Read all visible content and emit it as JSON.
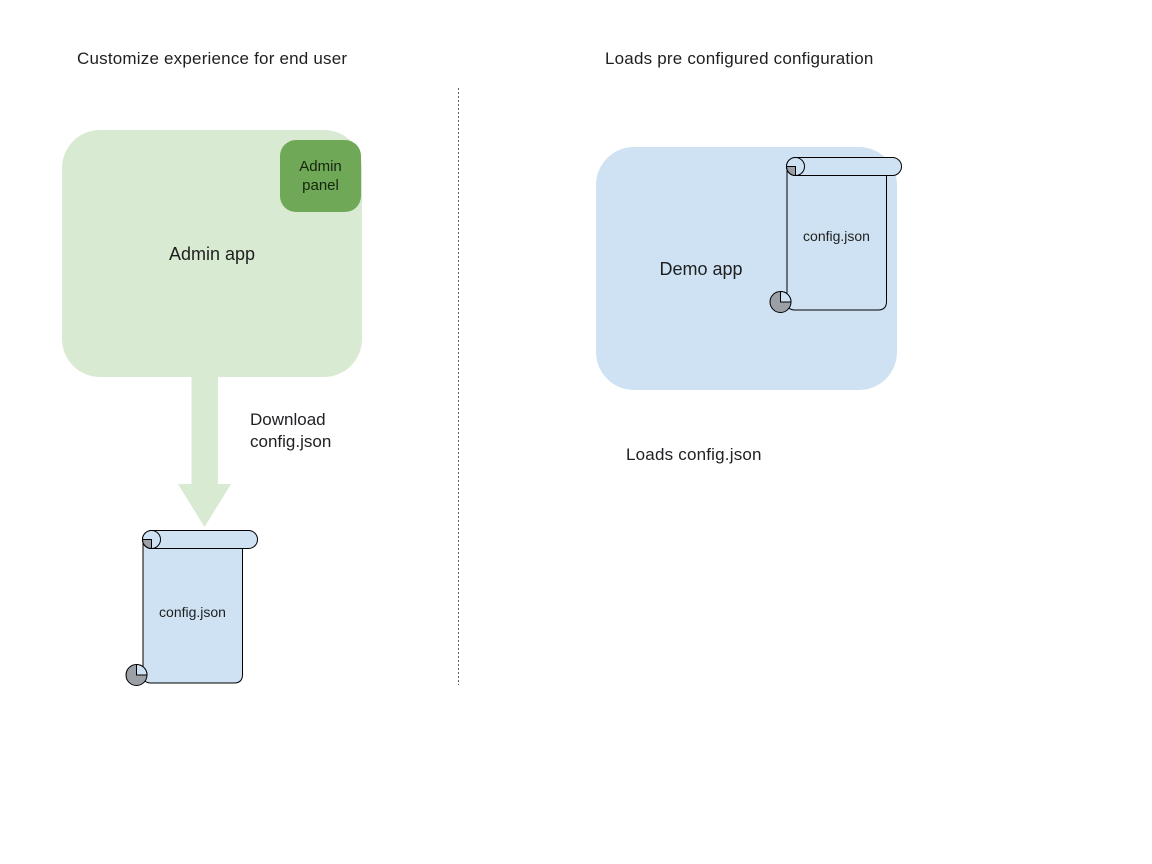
{
  "left": {
    "title": "Customize experience for end user",
    "admin_app_label": "Admin app",
    "admin_panel_label": "Admin\npanel",
    "download_label": "Download\nconfig.json",
    "scroll_label": "config.json"
  },
  "right": {
    "title": "Loads pre configured configuration",
    "demo_app_label": "Demo app",
    "scroll_label": "config.json",
    "caption": "Loads config.json"
  },
  "colors": {
    "admin_app_fill": "#d9ead3",
    "admin_panel_fill": "#6fa857",
    "arrow_fill": "#d9ead3",
    "scroll_fill": "#cfe2f3",
    "demo_app_fill": "#cfe2f3",
    "curl_gray": "#9aa0a6",
    "shape_outline": "#000000",
    "text": "#1f1f1f",
    "divider": "#5f5f5f"
  }
}
